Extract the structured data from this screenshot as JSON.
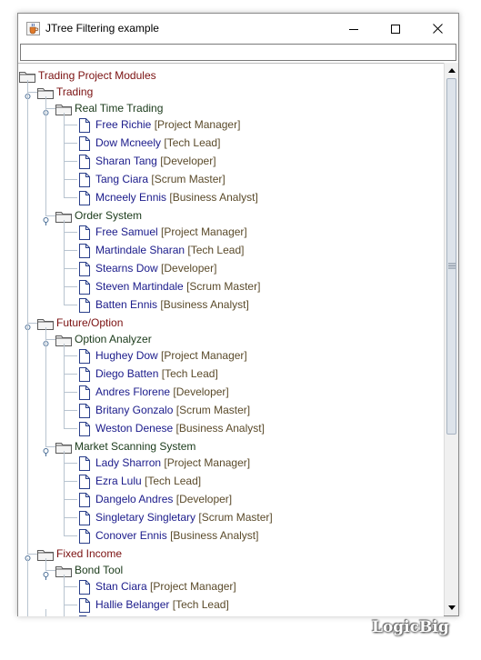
{
  "window": {
    "title": "JTree Filtering example",
    "icon": "java-cup-icon",
    "controls": [
      "minimize-icon",
      "maximize-icon",
      "close-icon"
    ]
  },
  "filter": {
    "value": "",
    "placeholder": ""
  },
  "tree": {
    "root": "Trading Project Modules",
    "categories": [
      {
        "label": "Trading",
        "systems": [
          {
            "label": "Real Time Trading",
            "members": [
              {
                "name": "Free Richie",
                "role": "[Project Manager]"
              },
              {
                "name": "Dow Mcneely",
                "role": "[Tech Lead]"
              },
              {
                "name": "Sharan Tang",
                "role": "[Developer]"
              },
              {
                "name": "Tang Ciara",
                "role": "[Scrum Master]"
              },
              {
                "name": "Mcneely Ennis",
                "role": "[Business Analyst]"
              }
            ]
          },
          {
            "label": "Order System",
            "members": [
              {
                "name": "Free Samuel",
                "role": "[Project Manager]"
              },
              {
                "name": "Martindale Sharan",
                "role": "[Tech Lead]"
              },
              {
                "name": "Stearns Dow",
                "role": "[Developer]"
              },
              {
                "name": "Steven Martindale",
                "role": "[Scrum Master]"
              },
              {
                "name": "Batten Ennis",
                "role": "[Business Analyst]"
              }
            ]
          }
        ]
      },
      {
        "label": "Future/Option",
        "systems": [
          {
            "label": "Option Analyzer",
            "members": [
              {
                "name": "Hughey Dow",
                "role": "[Project Manager]"
              },
              {
                "name": "Diego Batten",
                "role": "[Tech Lead]"
              },
              {
                "name": "Andres Florene",
                "role": "[Developer]"
              },
              {
                "name": "Britany Gonzalo",
                "role": "[Scrum Master]"
              },
              {
                "name": "Weston Denese",
                "role": "[Business Analyst]"
              }
            ]
          },
          {
            "label": "Market Scanning System",
            "members": [
              {
                "name": "Lady Sharron",
                "role": "[Project Manager]"
              },
              {
                "name": "Ezra Lulu",
                "role": "[Tech Lead]"
              },
              {
                "name": "Dangelo Andres",
                "role": "[Developer]"
              },
              {
                "name": "Singletary Singletary",
                "role": "[Scrum Master]"
              },
              {
                "name": "Conover Ennis",
                "role": "[Business Analyst]"
              }
            ]
          }
        ]
      },
      {
        "label": "Fixed Income",
        "systems": [
          {
            "label": "Bond Tool",
            "members": [
              {
                "name": "Stan Ciara",
                "role": "[Project Manager]"
              },
              {
                "name": "Hallie Belanger",
                "role": "[Tech Lead]"
              }
            ]
          }
        ]
      }
    ]
  },
  "watermark": "LogicBig"
}
